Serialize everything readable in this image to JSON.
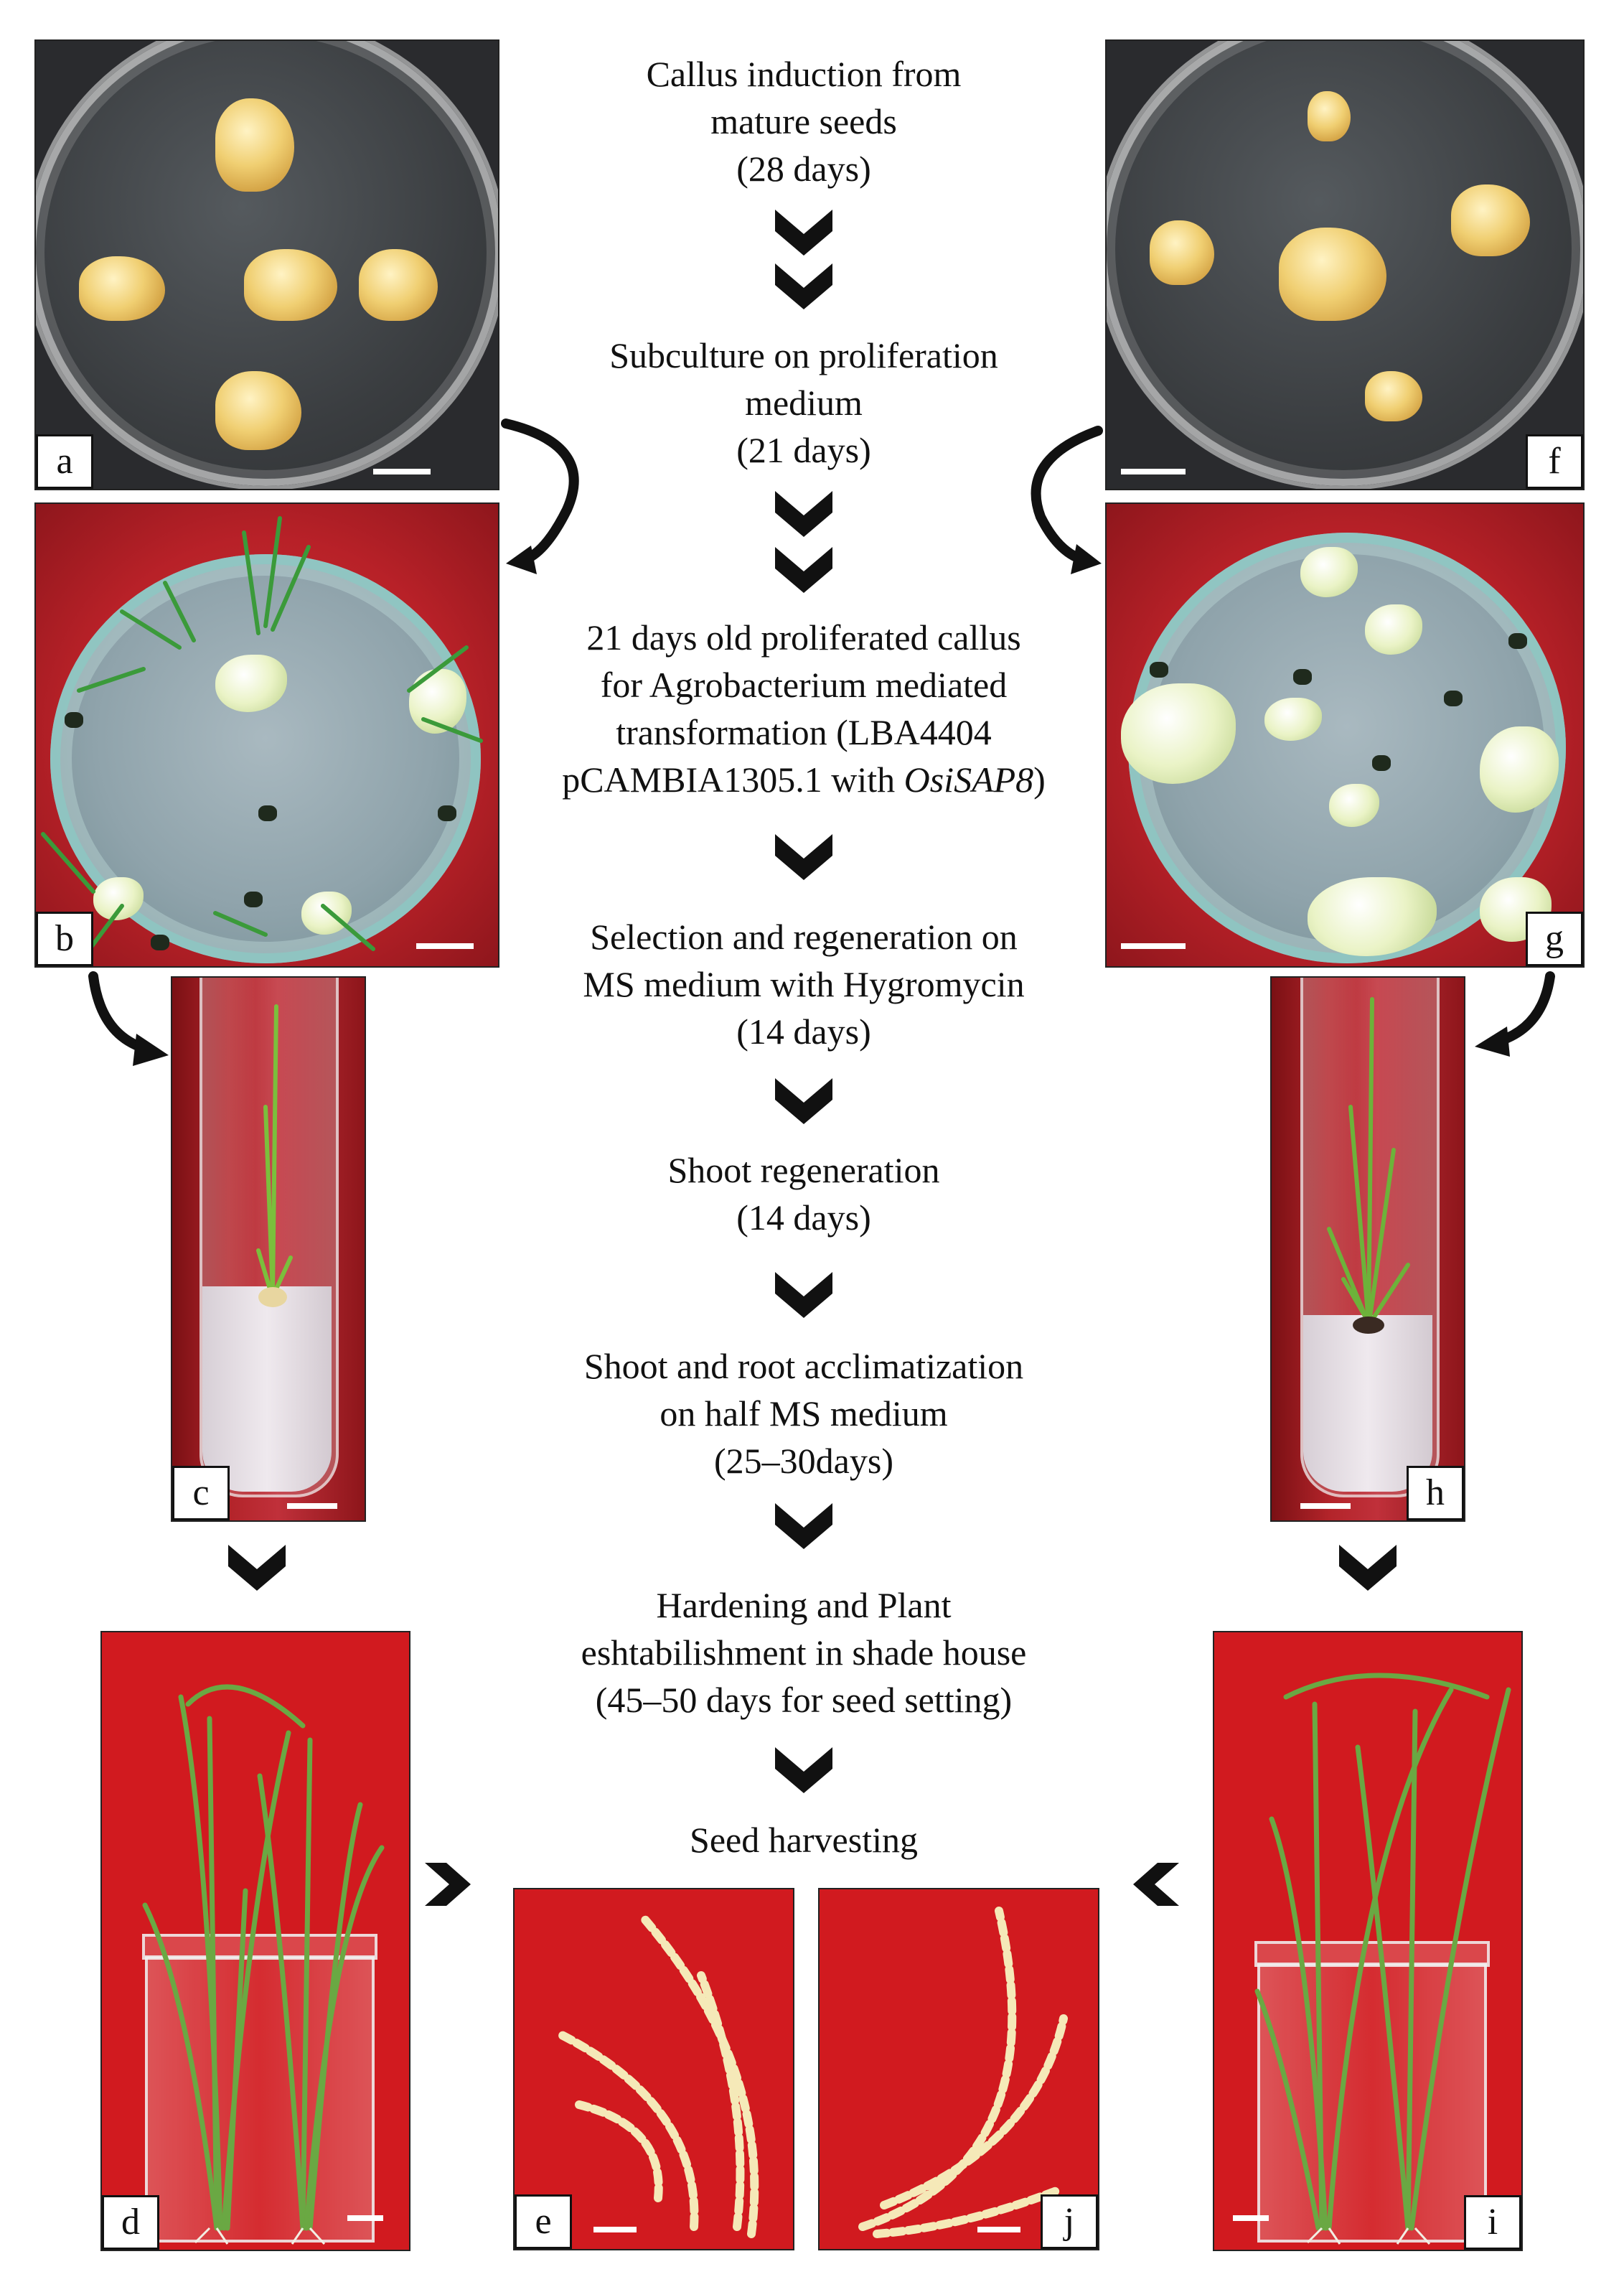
{
  "steps": [
    {
      "lines": [
        "Callus induction from",
        "mature seeds",
        "(28 days)"
      ]
    },
    {
      "lines": [
        "Subculture on proliferation",
        "medium",
        "(21 days)"
      ]
    },
    {
      "lines": [
        "21 days old proliferated callus",
        "for Agrobacterium mediated",
        "transformation (LBA4404",
        "pCAMBIA1305.1 with "
      ],
      "italic_suffix": "OsiSAP8",
      "suffix": ")"
    },
    {
      "lines": [
        "Selection and regeneration on",
        "MS medium with Hygromycin",
        "(14 days)"
      ]
    },
    {
      "lines": [
        "Shoot regeneration",
        "(14 days)"
      ]
    },
    {
      "lines": [
        "Shoot and root acclimatization",
        "on half MS medium",
        "(25–30days)"
      ]
    },
    {
      "lines": [
        "Hardening and Plant",
        "eshtabilishment in shade house",
        "(45–50 days for seed setting)"
      ]
    },
    {
      "lines": [
        "Seed harvesting"
      ]
    }
  ],
  "panels": {
    "a": "a",
    "b": "b",
    "c": "c",
    "d": "d",
    "e": "e",
    "f": "f",
    "g": "g",
    "h": "h",
    "i": "i",
    "j": "j"
  },
  "colors": {
    "red_backdrop": "#d11a1f",
    "dark_backdrop": "#2a2b2e",
    "text": "#111111",
    "arrow": "#111111"
  }
}
